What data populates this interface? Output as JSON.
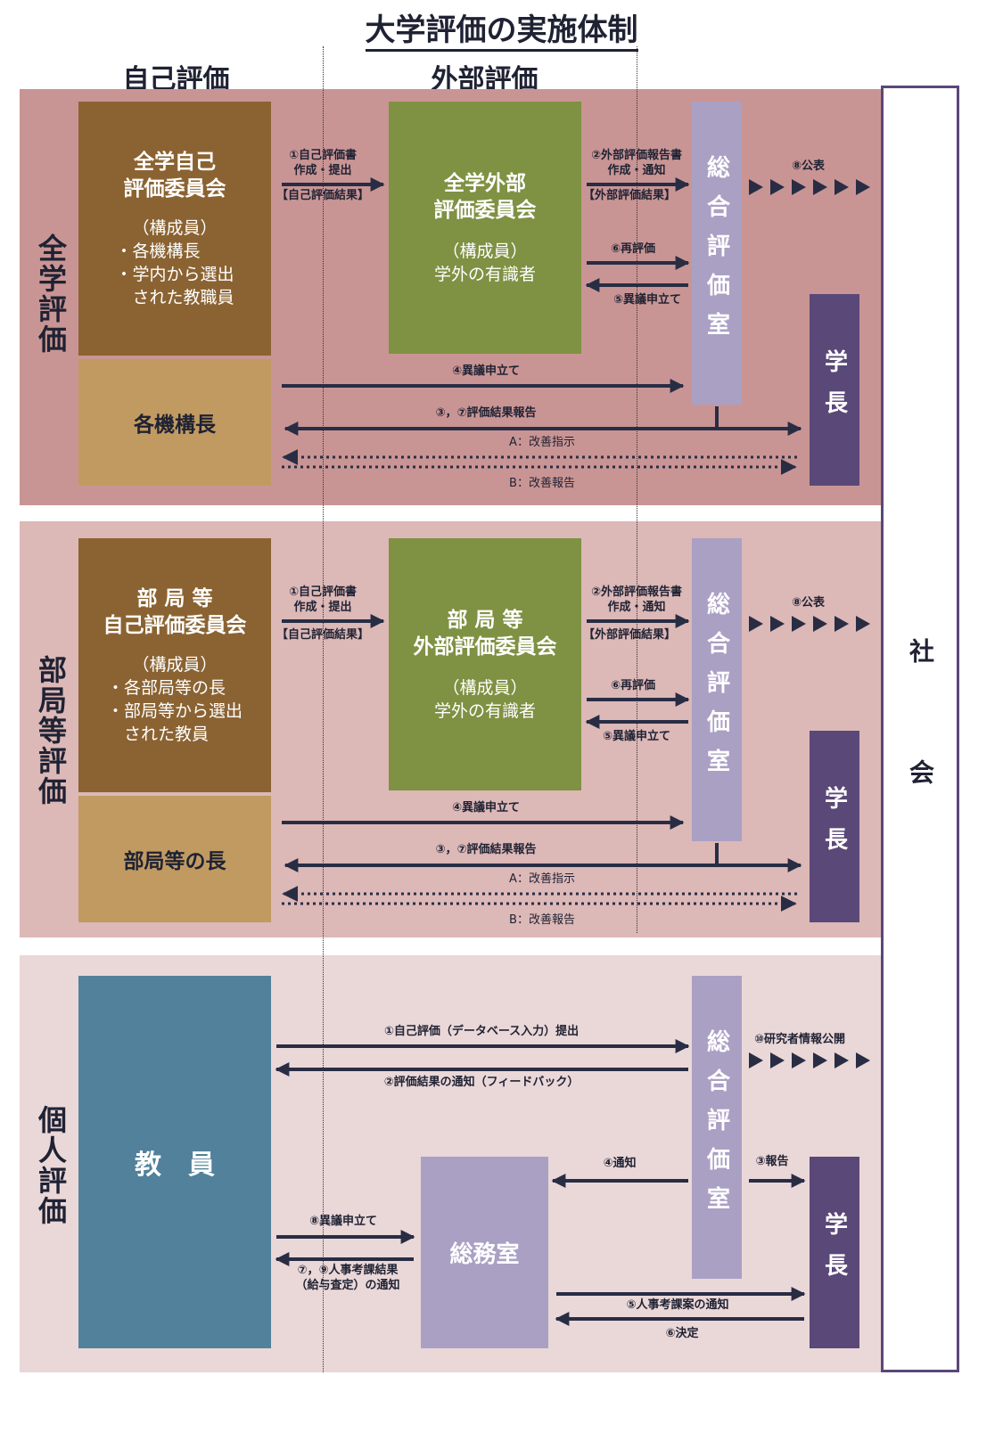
{
  "title": "大学評価の実施体制",
  "columns": {
    "self": "自己評価",
    "external": "外部評価"
  },
  "society": "社　会",
  "sections": {
    "university": {
      "label": "全学評価",
      "self_committee": {
        "title_line1": "全学自己",
        "title_line2": "評価委員会",
        "members_heading": "（構成員）",
        "members": [
          "・各機構長",
          "・学内から選出",
          "　された教職員"
        ]
      },
      "sub_box": "各機構長",
      "external_committee": {
        "title_line1": "全学外部",
        "title_line2": "評価委員会",
        "members_heading": "（構成員）",
        "members_line": "学外の有識者"
      },
      "office": "総合評価室",
      "president": "学長",
      "labels": {
        "a1_line1": "①自己評価書",
        "a1_line2": "作成・提出",
        "a1_line3": "【自己評価結果】",
        "a2_line1": "②外部評価報告書",
        "a2_line2": "作成・通知",
        "a2_line3": "【外部評価結果】",
        "a6": "⑥再評価",
        "a5": "⑤異議申立て",
        "a8": "⑧公表",
        "a4": "④異議申立て",
        "a37": "③，⑦評価結果報告",
        "aA": "A：改善指示",
        "aB": "B：改善報告"
      }
    },
    "department": {
      "label": "部局等評価",
      "self_committee": {
        "title_line1": "部 局 等",
        "title_line2": "自己評価委員会",
        "members_heading": "（構成員）",
        "members": [
          "・各部局等の長",
          "・部局等から選出",
          "　された教員"
        ]
      },
      "sub_box": "部局等の長",
      "external_committee": {
        "title_line1": "部 局 等",
        "title_line2": "外部評価委員会",
        "members_heading": "（構成員）",
        "members_line": "学外の有識者"
      },
      "office": "総合評価室",
      "president": "学長",
      "labels": {
        "a1_line1": "①自己評価書",
        "a1_line2": "作成・提出",
        "a1_line3": "【自己評価結果】",
        "a2_line1": "②外部評価報告書",
        "a2_line2": "作成・通知",
        "a2_line3": "【外部評価結果】",
        "a6": "⑥再評価",
        "a5": "⑤異議申立て",
        "a8": "⑧公表",
        "a4": "④異議申立て",
        "a37": "③，⑦評価結果報告",
        "aA": "A：改善指示",
        "aB": "B：改善報告"
      }
    },
    "individual": {
      "label": "個人評価",
      "faculty": "教　員",
      "general_affairs": "総務室",
      "office": "総合評価室",
      "president": "学長",
      "labels": {
        "i1": "①自己評価（データベース入力）提出",
        "i2": "②評価結果の通知（フィードバック）",
        "i10": "⑩研究者情報公開",
        "i4": "④通知",
        "i3": "③報告",
        "i8": "⑧異議申立て",
        "i79_line1": "⑦，⑨人事考課結果",
        "i79_line2": "（給与査定）の通知",
        "i5": "⑤人事考課案の通知",
        "i6": "⑥決定"
      }
    }
  },
  "colors": {
    "band1": "#c99594",
    "band2": "#dcb8b7",
    "band3": "#ead7d8",
    "self_committee": "#8b6332",
    "sub_box": "#c19a62",
    "external_committee": "#7f9143",
    "office": "#aaa0c4",
    "president": "#5a4878",
    "faculty": "#51819b",
    "general_affairs": "#aaa0c4",
    "arrow": "#282d44"
  }
}
